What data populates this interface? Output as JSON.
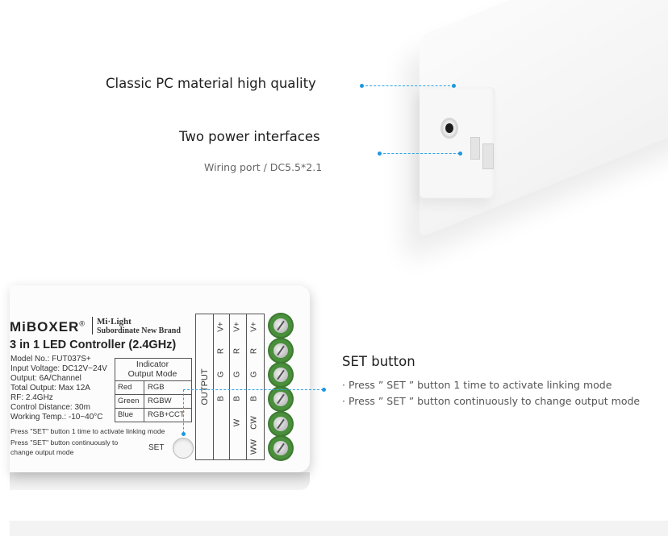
{
  "features": {
    "material": {
      "title": "Classic PC material high quality"
    },
    "power": {
      "title": "Two power interfaces",
      "subtitle": "Wiring port / DC5.5*2.1"
    },
    "set": {
      "title": "SET button",
      "bullets": [
        "· Press ” SET ” button 1 time to activate linking mode",
        "· Press ” SET ” button continuously to change output mode"
      ]
    }
  },
  "controller": {
    "brand": "MiBOXER",
    "brand_mark": "®",
    "sub_brand": "Mi·Light",
    "sub_brand_tagline": "Subordinate New Brand",
    "title": "3 in 1 LED Controller (2.4GHz)",
    "specs": [
      "Model No.: FUT037S+",
      "Input Voltage: DC12V~24V",
      "Output: 6A/Channel",
      "Total Output: Max 12A",
      "RF: 2.4GHz",
      "Control Distance: 30m",
      "Working Temp.: -10~40°C"
    ],
    "indicator": {
      "header_line1": "Indicator",
      "header_line2": "Output Mode",
      "rows": [
        {
          "color": "Red",
          "mode": "RGB"
        },
        {
          "color": "Green",
          "mode": "RGBW"
        },
        {
          "color": "Blue",
          "mode": "RGB+CCT"
        }
      ]
    },
    "notes": [
      "Press \"SET\" button 1 time to activate linking mode",
      "Press \"SET\" button continuously to",
      "change output mode"
    ],
    "set_label": "SET",
    "output_label": "OUTPUT",
    "terminal_columns": [
      [
        "V+",
        "R",
        "G",
        "B",
        "",
        ""
      ],
      [
        "V+",
        "R",
        "G",
        "B",
        "W",
        ""
      ],
      [
        "V+",
        "R",
        "G",
        "B",
        "CW",
        "WW"
      ]
    ]
  },
  "colors": {
    "accent": "#1c98e0",
    "screw_green": "#4a8f3c"
  }
}
